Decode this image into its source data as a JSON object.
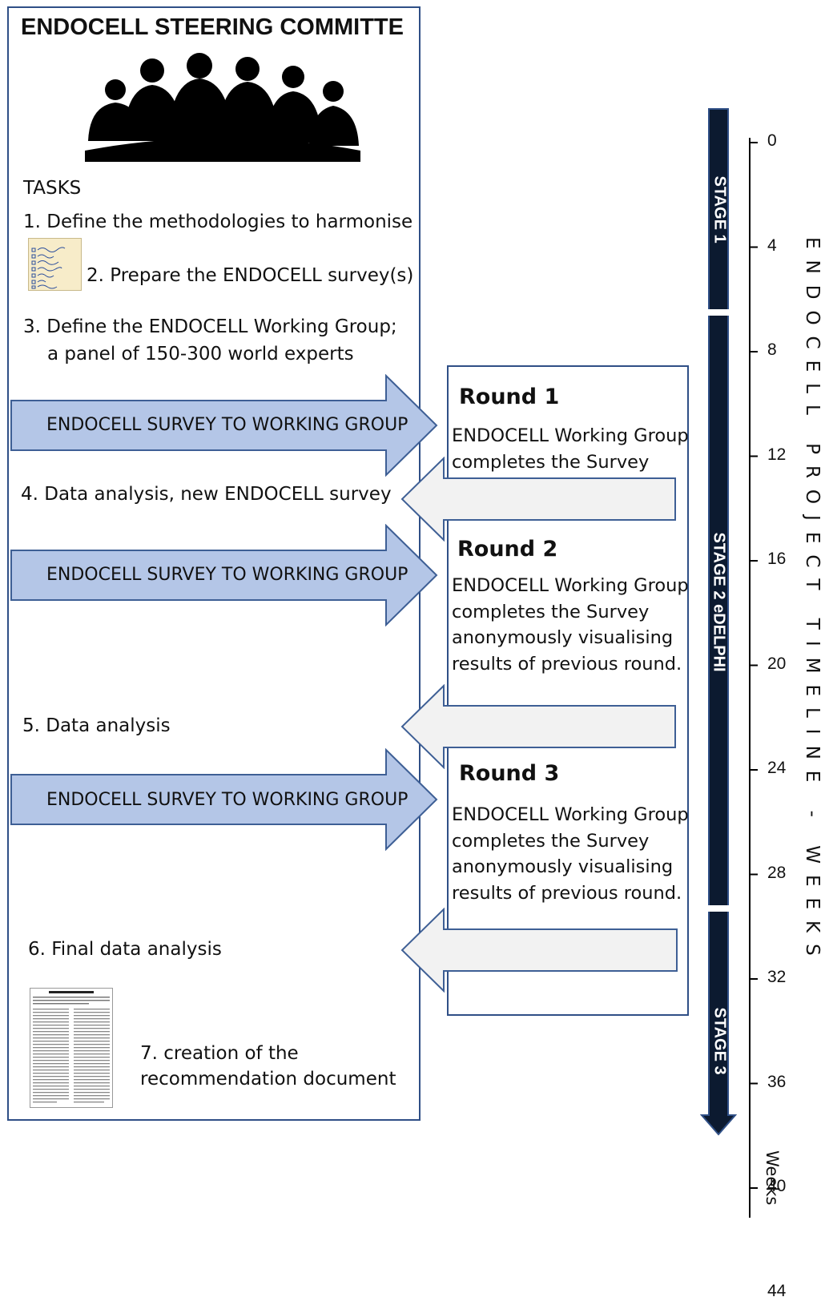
{
  "committee": {
    "title": "ENDOCELL STEERING COMMITTE",
    "tasks_heading": "TASKS",
    "tasks": [
      "1. Define the methodologies to harmonise",
      "2. Prepare the ENDOCELL survey(s)",
      "3. Define the ENDOCELL Working Group;",
      "a panel of 150-300 world experts",
      "4. Data analysis, new ENDOCELL survey",
      "5. Data analysis",
      "6. Final data analysis",
      "7. creation of the",
      "recommendation document"
    ]
  },
  "survey_arrows": [
    "ENDOCELL SURVEY TO WORKING GROUP",
    "ENDOCELL SURVEY TO WORKING GROUP",
    "ENDOCELL SURVEY TO WORKING GROUP"
  ],
  "rounds": [
    {
      "title": "Round 1",
      "lines": [
        "ENDOCELL Working Group",
        "completes the Survey"
      ]
    },
    {
      "title": "Round 2",
      "lines": [
        "ENDOCELL Working Group",
        "completes the Survey",
        "anonymously visualising",
        "results of previous round."
      ]
    },
    {
      "title": "Round 3",
      "lines": [
        "ENDOCELL Working Group",
        "completes the Survey",
        "anonymously visualising",
        "results of previous round."
      ]
    }
  ],
  "stages": [
    "STAGE 1",
    "STAGE 2  eDELPHI",
    "STAGE 3"
  ],
  "timeline": {
    "title": "ENDOCELL PROJECT TIMELINE  -  WEEKS",
    "axis_label": "Weeks",
    "ticks": [
      "0",
      "4",
      "8",
      "12",
      "16",
      "20",
      "24",
      "28",
      "32",
      "36",
      "40",
      "44"
    ]
  },
  "colors": {
    "panel_border": "#2f4f86",
    "survey_arrow_fill": "#b4c6e7",
    "survey_arrow_stroke": "#3e5f95",
    "return_arrow_fill": "#f2f2f2",
    "return_arrow_stroke": "#3e5f95",
    "timeline_bar": "#0c1a30"
  },
  "icons": [
    "committee-silhouette-icon",
    "survey-checklist-icon",
    "recommendation-document-icon"
  ]
}
